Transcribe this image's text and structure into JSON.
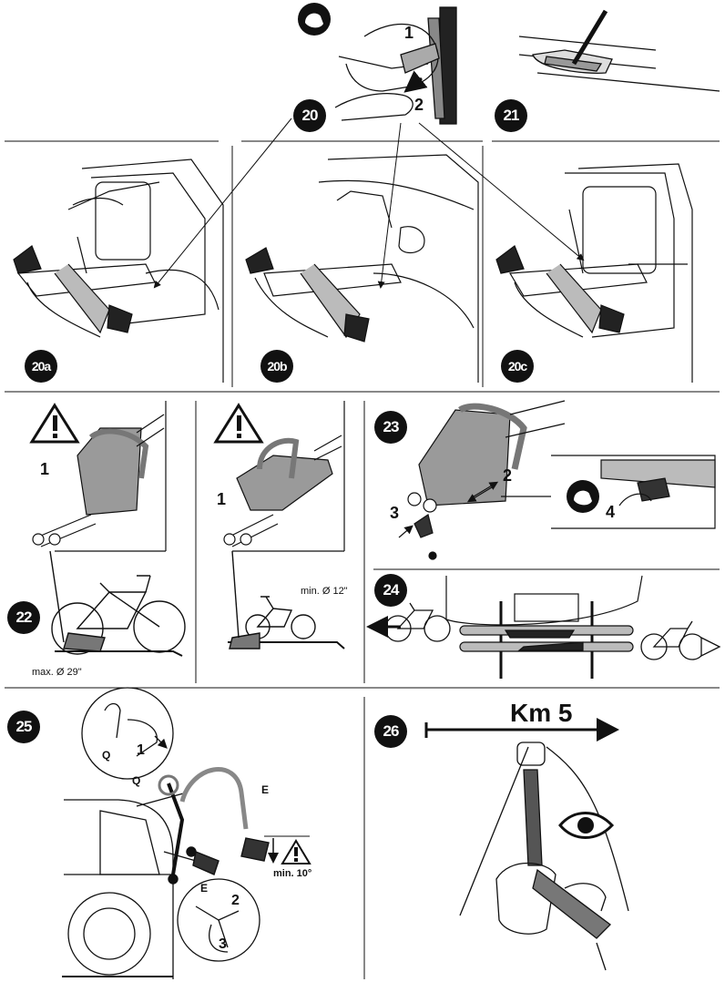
{
  "steps": {
    "s20": "20",
    "s21": "21",
    "s20a": "20a",
    "s20b": "20b",
    "s20c": "20c",
    "s22": "22",
    "s23": "23",
    "s24": "24",
    "s25": "25",
    "s26": "26"
  },
  "callouts": {
    "top_1": "1",
    "top_2": "2",
    "p22_1": "1",
    "p22b_1": "1",
    "p23_2": "2",
    "p23_3": "3",
    "p23_4": "4",
    "p25_q1": "Q",
    "p25_q2": "Q",
    "p25_1": "1",
    "p25_e1": "E",
    "p25_e2": "E",
    "p25_2": "2",
    "p25_3": "3"
  },
  "measurements": {
    "max_wheel": "max. Ø 29\"",
    "min_wheel": "min. Ø 12\"",
    "min_angle": "min. 10°",
    "distance": "Km 5"
  },
  "colors": {
    "ink": "#111111",
    "fill_gray": "#9a9a9a",
    "light_gray": "#d6d6d6"
  },
  "icons": [
    "hand-tighten-icon",
    "warning-icon",
    "eye-icon",
    "arrow-icon"
  ]
}
